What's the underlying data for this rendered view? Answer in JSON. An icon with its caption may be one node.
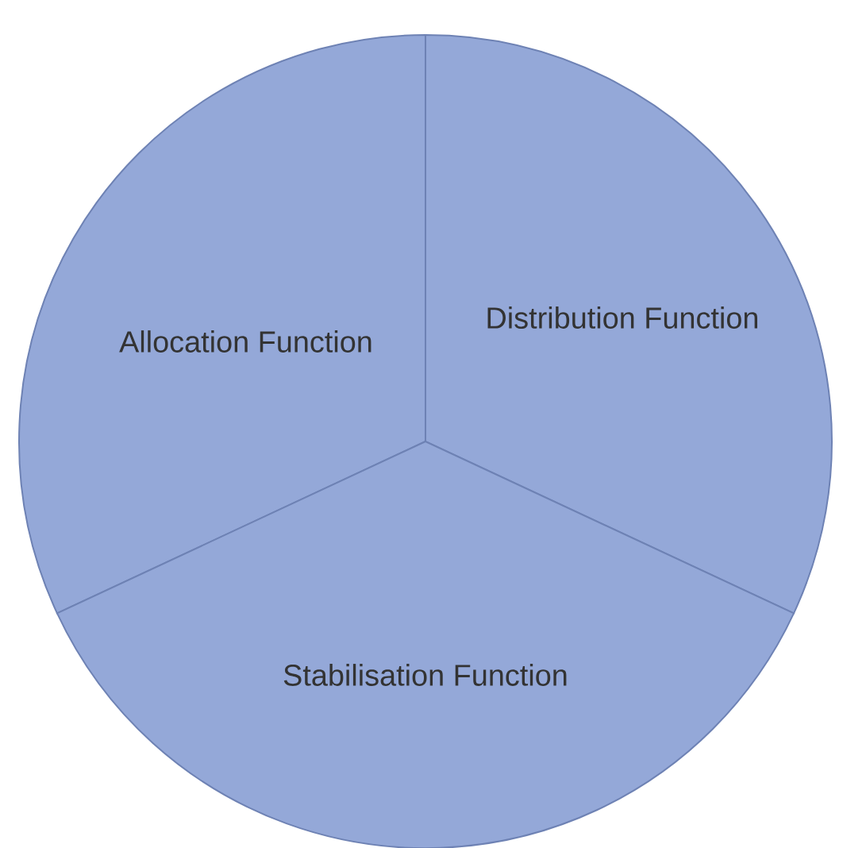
{
  "diagram": {
    "nodes": [
      {
        "text": [
          "Allocation Function"
        ]
      },
      {
        "text": [
          "Distribution Function"
        ]
      },
      {
        "text": [
          "Stabilisation Function"
        ]
      }
    ]
  }
}
